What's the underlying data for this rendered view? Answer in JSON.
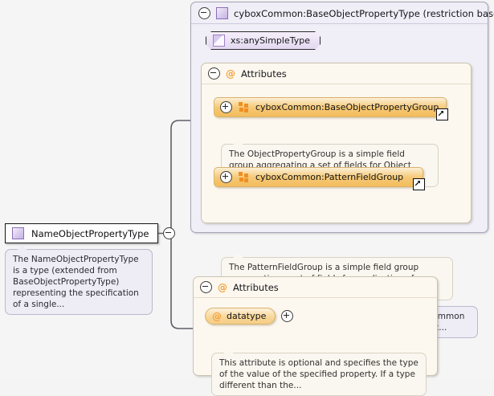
{
  "diagram": {
    "kind": "xml-schema-documentation-diagram",
    "background_color": "#f5f5f5"
  },
  "main_node": {
    "label": "NameObjectPropertyType",
    "icon": "complextype-square-icon",
    "expander": "minus-circle-icon",
    "documentation": "The NameObjectPropertyType is a type (extended from BaseObjectPropertyType) representing the specification of a single..."
  },
  "base_type_panel": {
    "title": "cyboxCommon:BaseObjectPropertyType (restriction base)",
    "icon": "complextype-square-icon",
    "expander": "minus-circle-icon",
    "simple_type": {
      "label": "xs:anySimpleType",
      "icon": "simpletype-triangle-icon"
    },
    "attributes": {
      "label": "Attributes",
      "at_symbol": "@",
      "expander": "minus-circle-icon",
      "groups": [
        {
          "label": "cyboxCommon:BaseObjectPropertyGroup",
          "expander": "plus-circle-icon",
          "icon": "attribute-group-icon",
          "external_link": "external-link-icon",
          "documentation": "The ObjectPropertyGroup is a simple field group aggregating a set of fields for Object Properties."
        },
        {
          "label": "cyboxCommon:PatternFieldGroup",
          "expander": "plus-circle-icon",
          "icon": "attribute-group-icon",
          "external_link": "external-link-icon",
          "documentation": "The PatternFieldGroup is a simple field group aggregating a set of fields for application of patterns."
        }
      ]
    },
    "documentation": "The BaseObjectPropertyType is a type representing a common typing foundation for the specification of a single Object..."
  },
  "local_attributes_panel": {
    "label": "Attributes",
    "at_symbol": "@",
    "expander": "minus-circle-icon",
    "attribute": {
      "at_symbol": "@",
      "name": "datatype",
      "expander": "plus-circle-icon",
      "documentation": "This attribute is optional and specifies the type of the value of the specified property. If a type different than the..."
    }
  },
  "colors": {
    "panel_purple_fill": "#f0eef6",
    "panel_purple_border": "#a9a4b8",
    "attr_cream_fill": "#fdf8ef",
    "attr_cream_border": "#cbc3b2",
    "group_orange": "#f6c977",
    "at_sign_orange": "#f2a23c",
    "connector_gray": "#5e5e66"
  }
}
